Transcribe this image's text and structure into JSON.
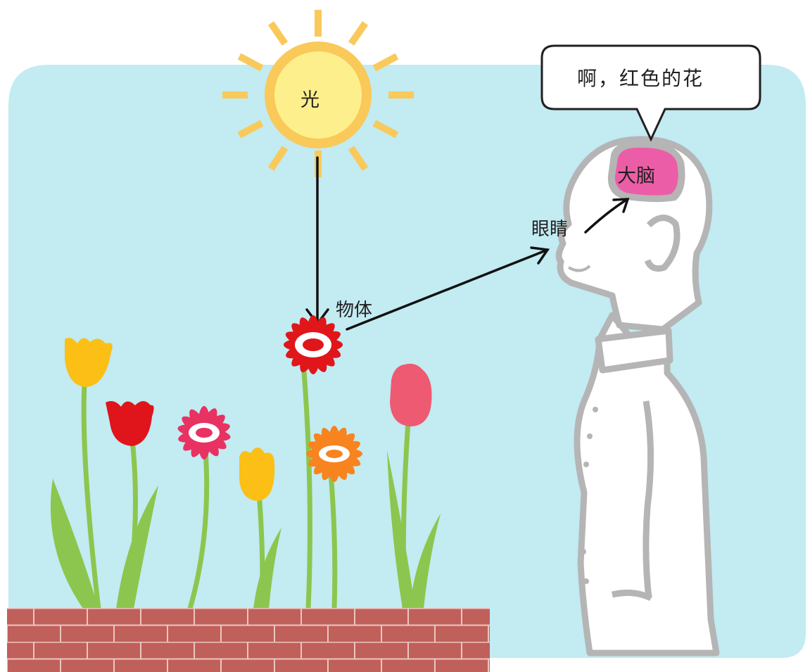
{
  "labels": {
    "light": "光",
    "object": "物体",
    "eye": "眼睛",
    "brain": "大脑",
    "speech": "啊，红色的花"
  },
  "colors": {
    "sky": "#c2ebf2",
    "sun_core": "#fdf08c",
    "sun_ring": "#f9c95a",
    "sun_ray": "#f9c95a",
    "brain": "#ec5da8",
    "person_outline": "#b5b5b5",
    "brick": "#c0605a",
    "mortar": "#ecc6c0",
    "stem": "#8cc64e",
    "arrow": "#111111",
    "red_flower": "#e0161b",
    "pink_flower": "#e83262",
    "orange_flower": "#f7841f",
    "yellow_tulip": "#fbbf16",
    "red_tulip": "#e0141b",
    "pink_tulip": "#ee5a72"
  },
  "icons": [
    "sun-icon",
    "flower-icon",
    "tulip-icon",
    "person-icon",
    "brain-icon",
    "speech-bubble-icon",
    "brick-wall-icon"
  ]
}
